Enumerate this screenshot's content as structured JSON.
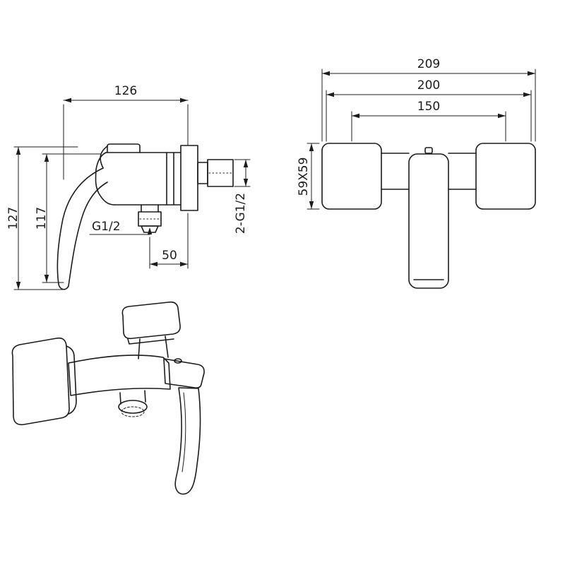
{
  "page": {
    "background": "#ffffff",
    "line_color": "#1c1c1c",
    "description": "Technical dimension drawing of a wall-mounted single-lever shower mixer, three views"
  },
  "side_view": {
    "width": "126",
    "total_height": "127",
    "body_height": "117",
    "bottom_thread": "G1/2",
    "outlet_offset": "50",
    "side_threads": "2-G1/2"
  },
  "front_view": {
    "total_width": "209",
    "body_width": "200",
    "hole_centers": "150",
    "plate_size": "59X59"
  }
}
